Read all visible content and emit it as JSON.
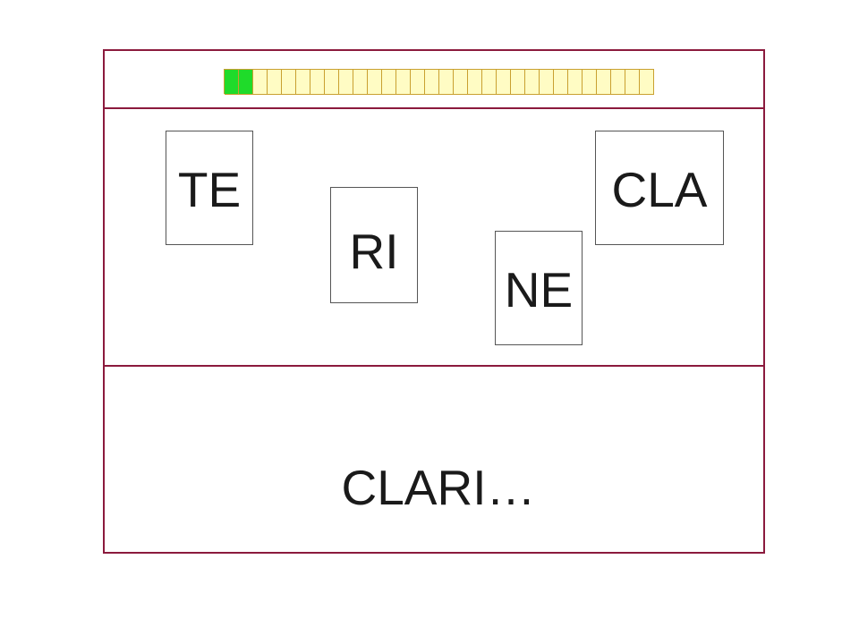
{
  "progress": {
    "total_segments": 30,
    "filled_segments": 2,
    "filled_color": "#1fdb2a",
    "empty_color": "#fffcc4",
    "border_color": "#c9a030"
  },
  "syllable_cards": [
    {
      "id": "te",
      "text": "TE"
    },
    {
      "id": "ri",
      "text": "RI"
    },
    {
      "id": "ne",
      "text": "NE"
    },
    {
      "id": "cla",
      "text": "CLA"
    }
  ],
  "answer": {
    "text": "CLARI…"
  },
  "colors": {
    "frame": "#8b1a3d",
    "text": "#1a1a1a"
  }
}
